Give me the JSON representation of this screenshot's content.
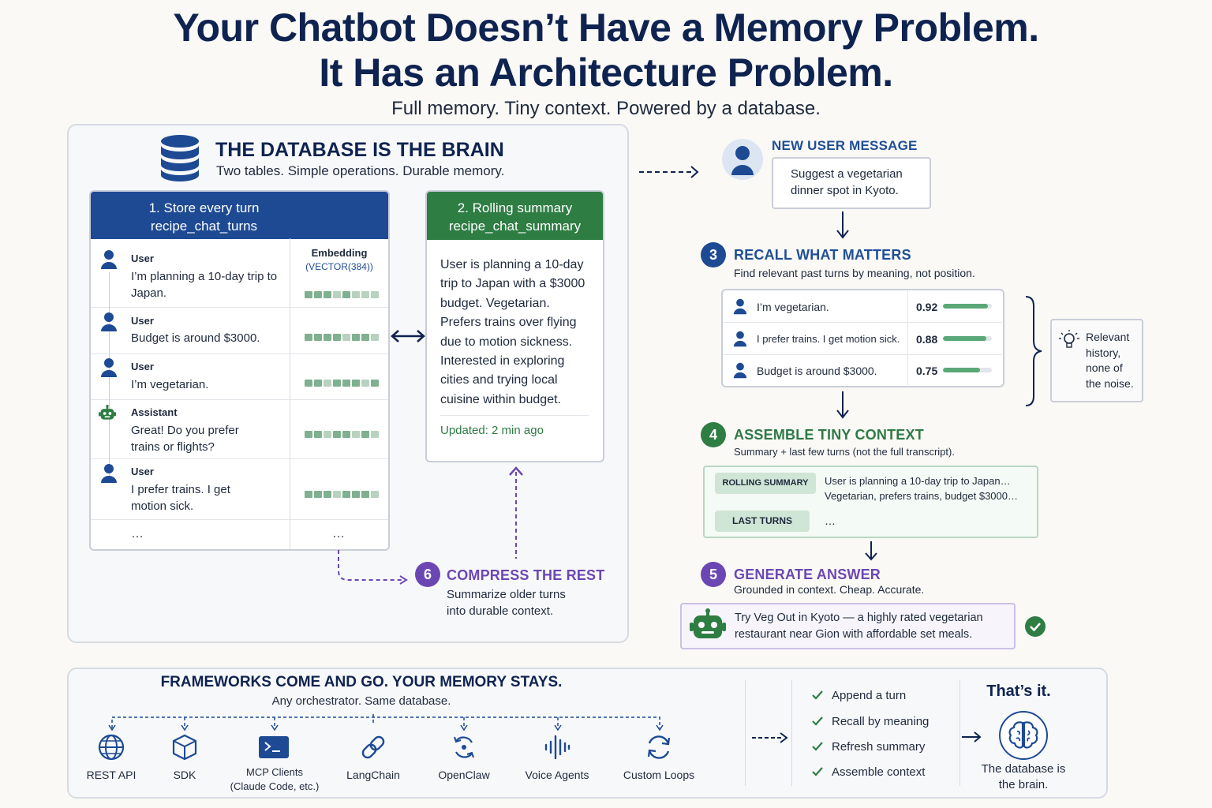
{
  "title": {
    "line1": "Your Chatbot Doesn’t Have a Memory Problem.",
    "line2": "It Has an Architecture Problem.",
    "subtitle": "Full memory. Tiny context. Powered by a database."
  },
  "database": {
    "heading": "THE DATABASE IS THE BRAIN",
    "subheading": "Two tables. Simple operations. Durable memory.",
    "turns_table": {
      "title": "1. Store every turn",
      "table_name": "recipe_chat_turns",
      "embedding_header": "Embedding",
      "embedding_type": "(VECTOR(384))",
      "rows": [
        {
          "role": "User",
          "text": "I’m planning a 10-day trip to Japan."
        },
        {
          "role": "User",
          "text": "Budget is around $3000."
        },
        {
          "role": "User",
          "text": "I’m vegetarian."
        },
        {
          "role": "Assistant",
          "text": "Great! Do you prefer trains or flights?"
        },
        {
          "role": "User",
          "text": "I prefer trains. I get motion sick."
        }
      ],
      "ellipsis_left": "…",
      "ellipsis_right": "…"
    },
    "summary_table": {
      "title": "2. Rolling summary",
      "table_name": "recipe_chat_summary",
      "text": "User is planning a 10-day trip to Japan with a $3000 budget. Vegetarian. Prefers trains over flying due to motion sickness. Interested in exploring cities and trying local cuisine within budget.",
      "updated": "Updated: 2 min ago"
    }
  },
  "new_message": {
    "label": "NEW USER MESSAGE",
    "text": "Suggest a vegetarian dinner spot in Kyoto."
  },
  "steps": {
    "recall": {
      "num": "3",
      "title": "RECALL WHAT MATTERS",
      "desc": "Find relevant past turns by meaning, not position.",
      "results": [
        {
          "text": "I’m vegetarian.",
          "score": "0.92",
          "value": 0.92
        },
        {
          "text": "I prefer trains. I get motion sick.",
          "score": "0.88",
          "value": 0.88
        },
        {
          "text": "Budget is around $3000.",
          "score": "0.75",
          "value": 0.75
        }
      ],
      "note": "Relevant history, none of the noise."
    },
    "assemble": {
      "num": "4",
      "title": "ASSEMBLE TINY CONTEXT",
      "desc": "Summary + last few turns (not the full transcript).",
      "summary_tag": "ROLLING SUMMARY",
      "summary_text": "User is planning a 10-day trip to Japan… Vegetarian, prefers trains, budget $3000…",
      "turns_tag": "LAST TURNS",
      "turns_text": "…"
    },
    "generate": {
      "num": "5",
      "title": "GENERATE ANSWER",
      "desc": "Grounded in context. Cheap. Accurate.",
      "answer": "Try Veg Out in Kyoto — a highly rated vegetarian restaurant near Gion with affordable set meals."
    },
    "compress": {
      "num": "6",
      "title": "COMPRESS THE REST",
      "desc": "Summarize older turns into durable context."
    }
  },
  "frameworks": {
    "heading": "FRAMEWORKS COME AND GO. YOUR MEMORY STAYS.",
    "subheading": "Any orchestrator. Same database.",
    "items": [
      {
        "label": "REST API",
        "icon": "globe-icon"
      },
      {
        "label": "SDK",
        "icon": "cube-icon"
      },
      {
        "label": "MCP Clients",
        "label2": "(Claude Code, etc.)",
        "icon": "terminal-icon"
      },
      {
        "label": "LangChain",
        "icon": "chain-link-icon"
      },
      {
        "label": "OpenClaw",
        "icon": "cycle-icon"
      },
      {
        "label": "Voice Agents",
        "icon": "waveform-icon"
      },
      {
        "label": "Custom Loops",
        "icon": "refresh-icon"
      }
    ],
    "checklist": [
      "Append a turn",
      "Recall by meaning",
      "Refresh summary",
      "Assemble context"
    ],
    "thats_it": "That’s it.",
    "brain_caption": "The database is the brain."
  },
  "colors": {
    "navy": "#0f2350",
    "blue": "#1d4a93",
    "green": "#2e7d43",
    "purple": "#6b47b3"
  }
}
